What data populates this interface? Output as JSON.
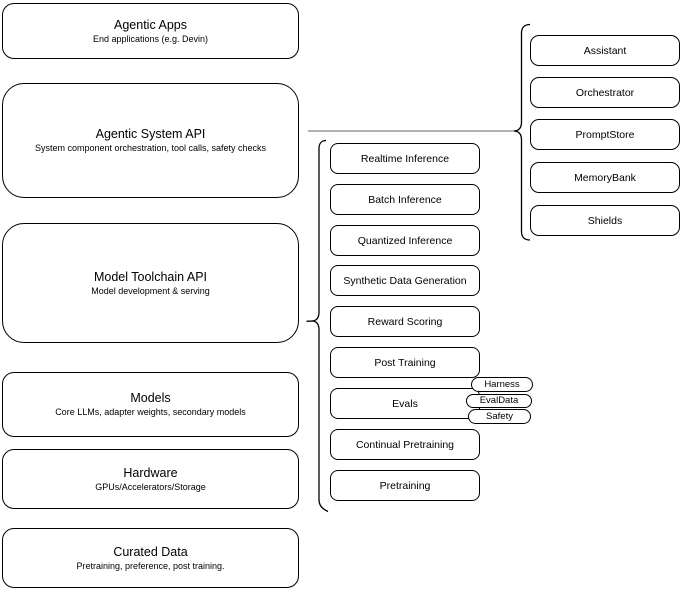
{
  "stack": [
    {
      "title": "Agentic Apps",
      "subtitle": "End applications (e.g. Devin)"
    },
    {
      "title": "Agentic System API",
      "subtitle": "System component orchestration, tool calls, safety checks"
    },
    {
      "title": "Model Toolchain API",
      "subtitle": "Model development & serving"
    },
    {
      "title": "Models",
      "subtitle": "Core LLMs, adapter weights, secondary models"
    },
    {
      "title": "Hardware",
      "subtitle": "GPUs/Accelerators/Storage"
    },
    {
      "title": "Curated Data",
      "subtitle": "Pretraining, preference, post training."
    }
  ],
  "toolchain_items": [
    "Realtime Inference",
    "Batch Inference",
    "Quantized Inference",
    "Synthetic Data Generation",
    "Reward Scoring",
    "Post Training",
    "Evals",
    "Continual Pretraining",
    "Pretraining"
  ],
  "eval_badges": [
    "Harness",
    "EvalData",
    "Safety"
  ],
  "system_components": [
    "Assistant",
    "Orchestrator",
    "PromptStore",
    "MemoryBank",
    "Shields"
  ],
  "colors": {
    "stroke": "#000000",
    "fill": "#ffffff",
    "text": "#000000",
    "connector": "#666666"
  }
}
